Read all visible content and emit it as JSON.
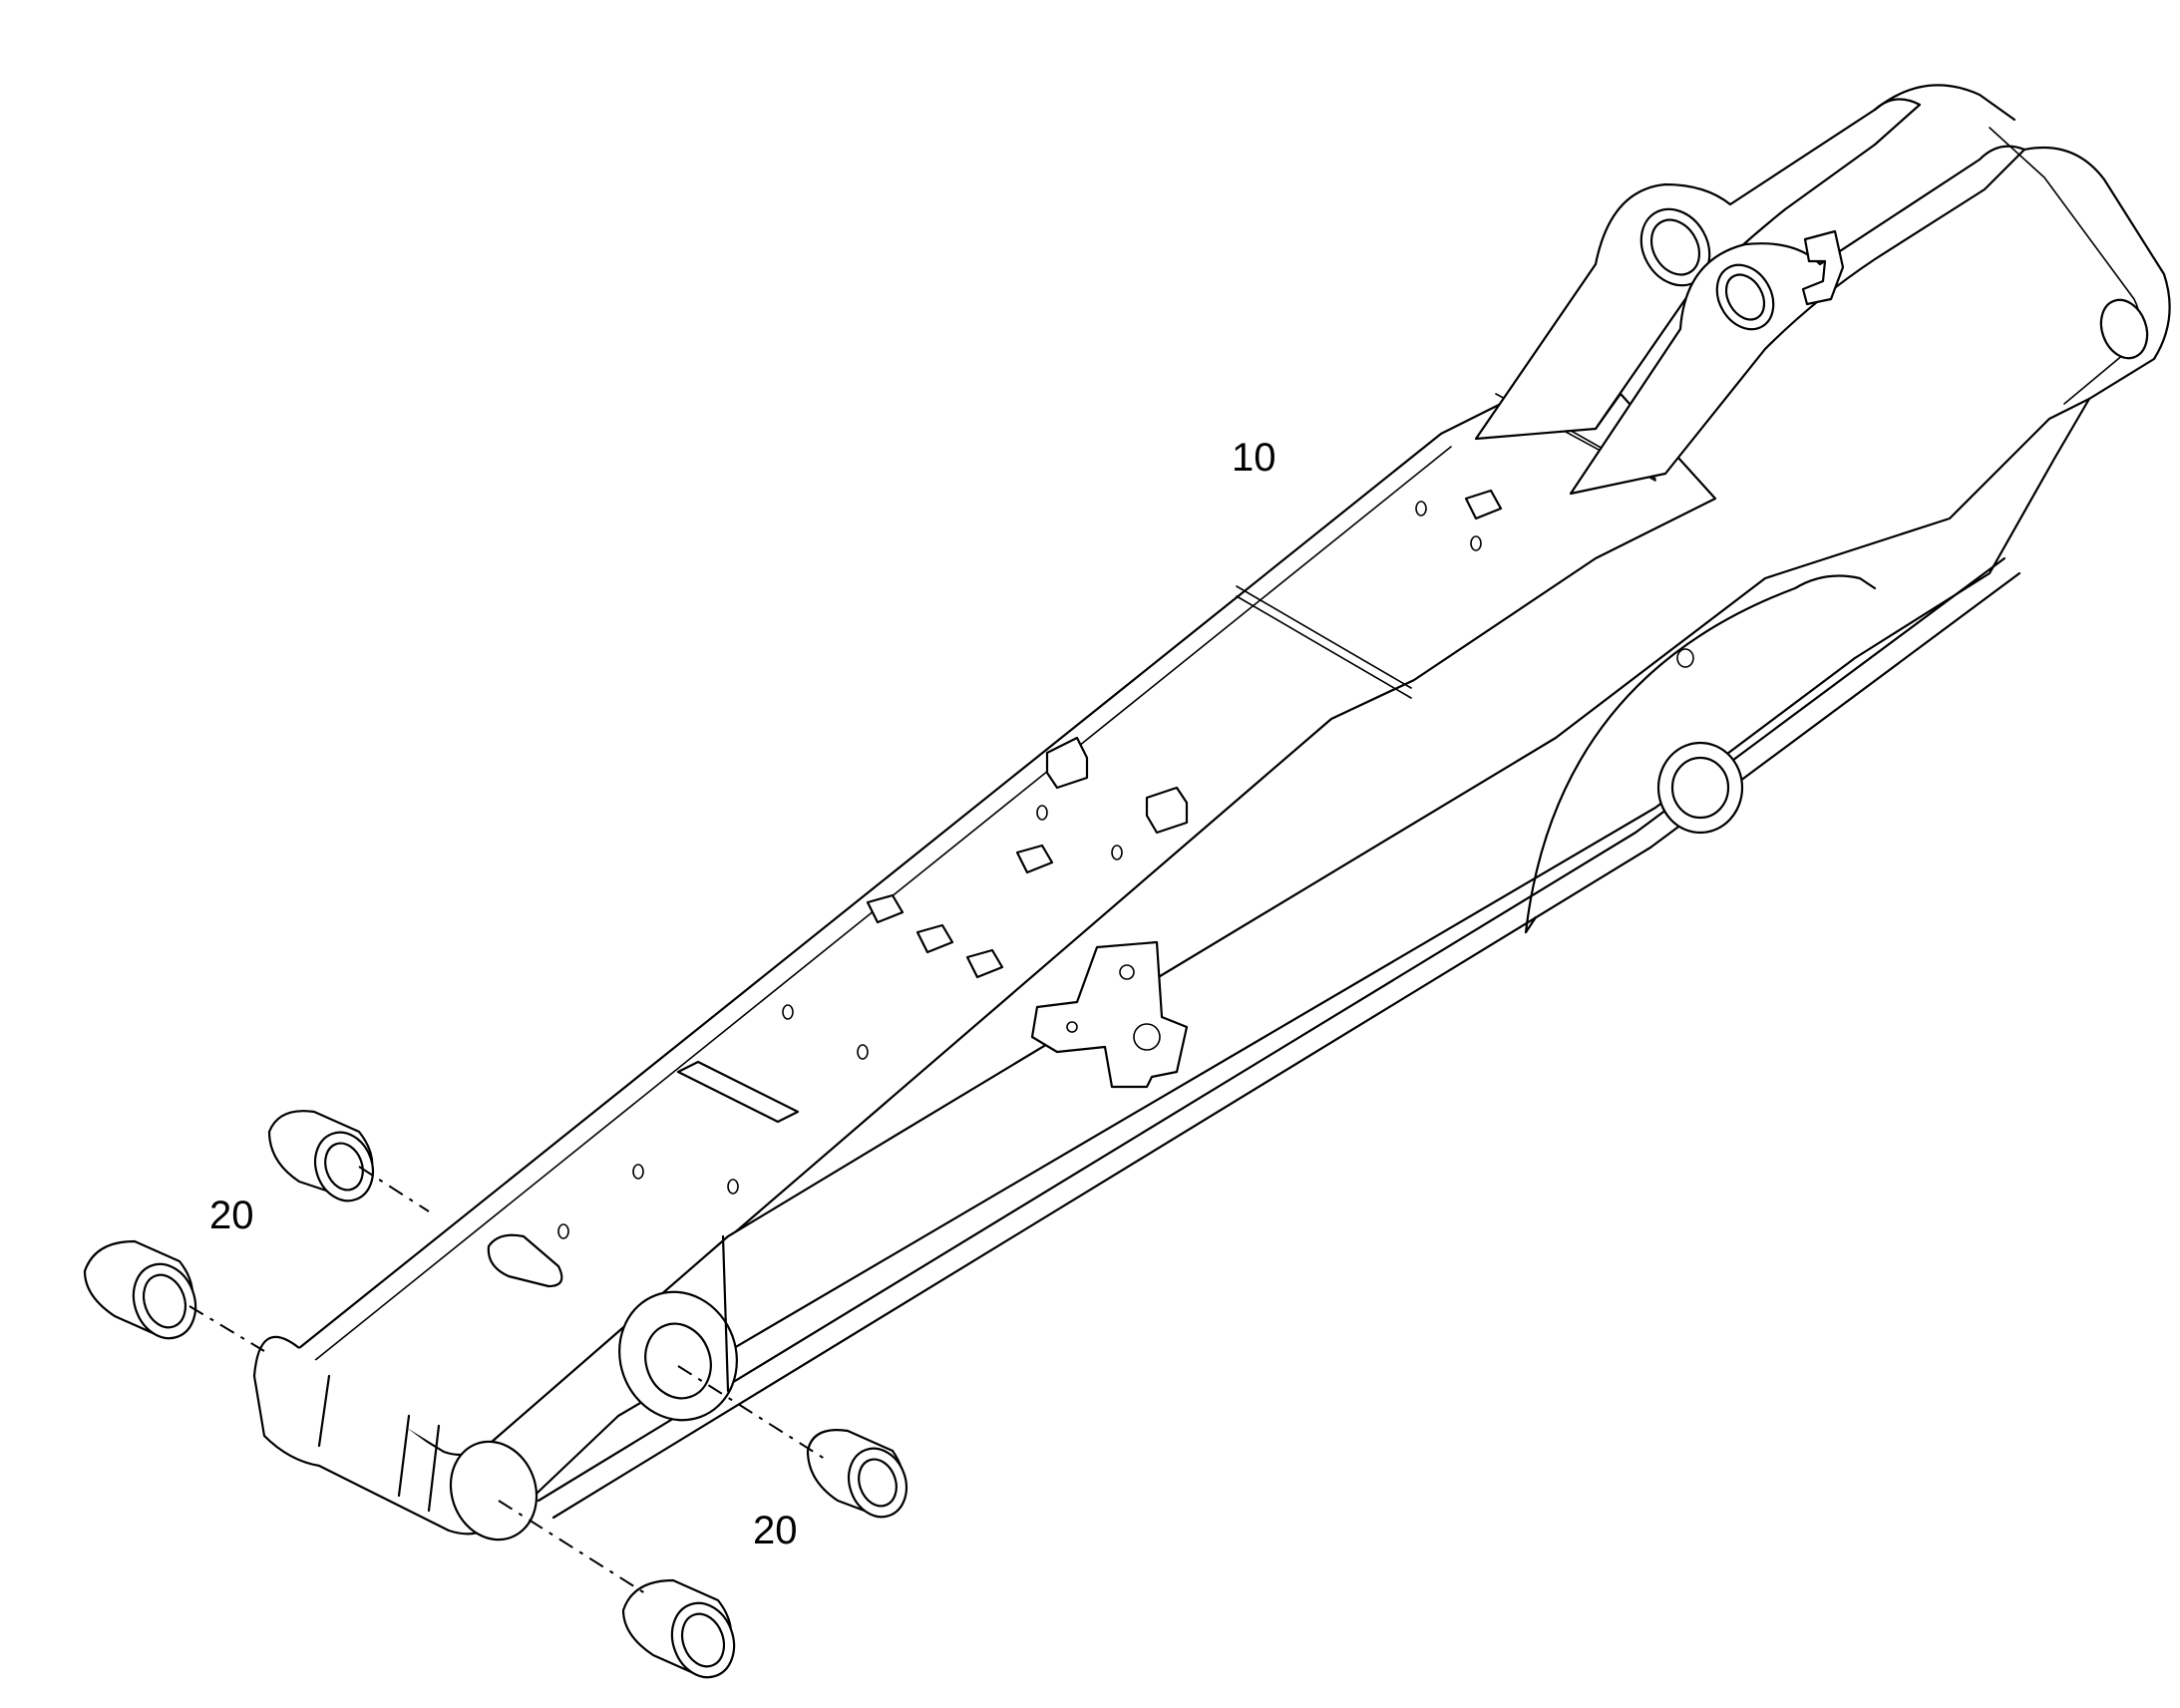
{
  "callouts": {
    "boom": "10",
    "bushing_left": "20",
    "bushing_right": "20"
  }
}
